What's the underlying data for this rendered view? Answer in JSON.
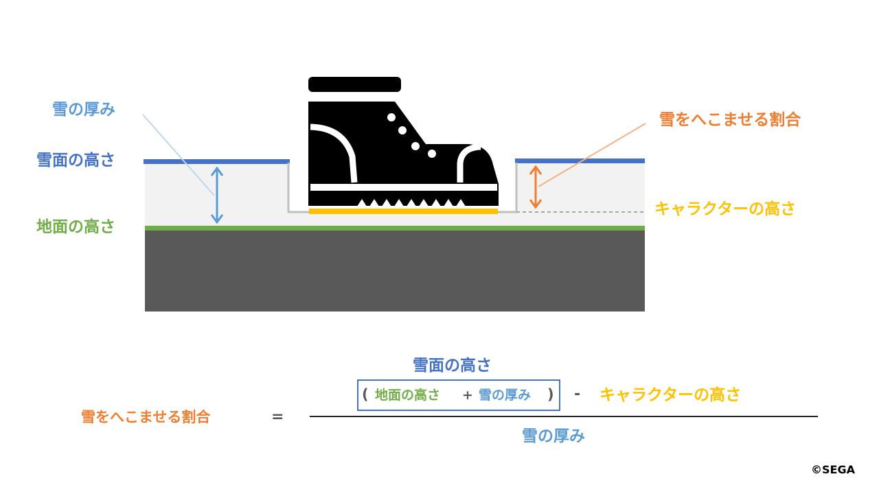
{
  "labels": {
    "snow_thickness": "雪の厚み",
    "snow_surface_height": "雪面の高さ",
    "ground_height": "地面の高さ",
    "sink_ratio": "雪をへこませる割合",
    "character_height": "キャラクターの高さ"
  },
  "formula": {
    "lhs": "雪をへこませる割合",
    "equals": "=",
    "top": "雪面の高さ",
    "open_paren": "(",
    "ground": "地面の高さ",
    "plus": "+",
    "thickness": "雪の厚み",
    "close_paren": ")",
    "minus": "-",
    "character": "キャラクターの高さ",
    "denominator": "雪の厚み"
  },
  "copyright": "©SEGA",
  "icons": [
    "boot-icon"
  ],
  "colors": {
    "snow_thickness": "#5b9bd5",
    "snow_surface": "#4472c4",
    "ground": "#70ad47",
    "sink_ratio": "#ed7d31",
    "character": "#ffc000",
    "earth": "#595959",
    "snow": "#f2f2f2"
  }
}
